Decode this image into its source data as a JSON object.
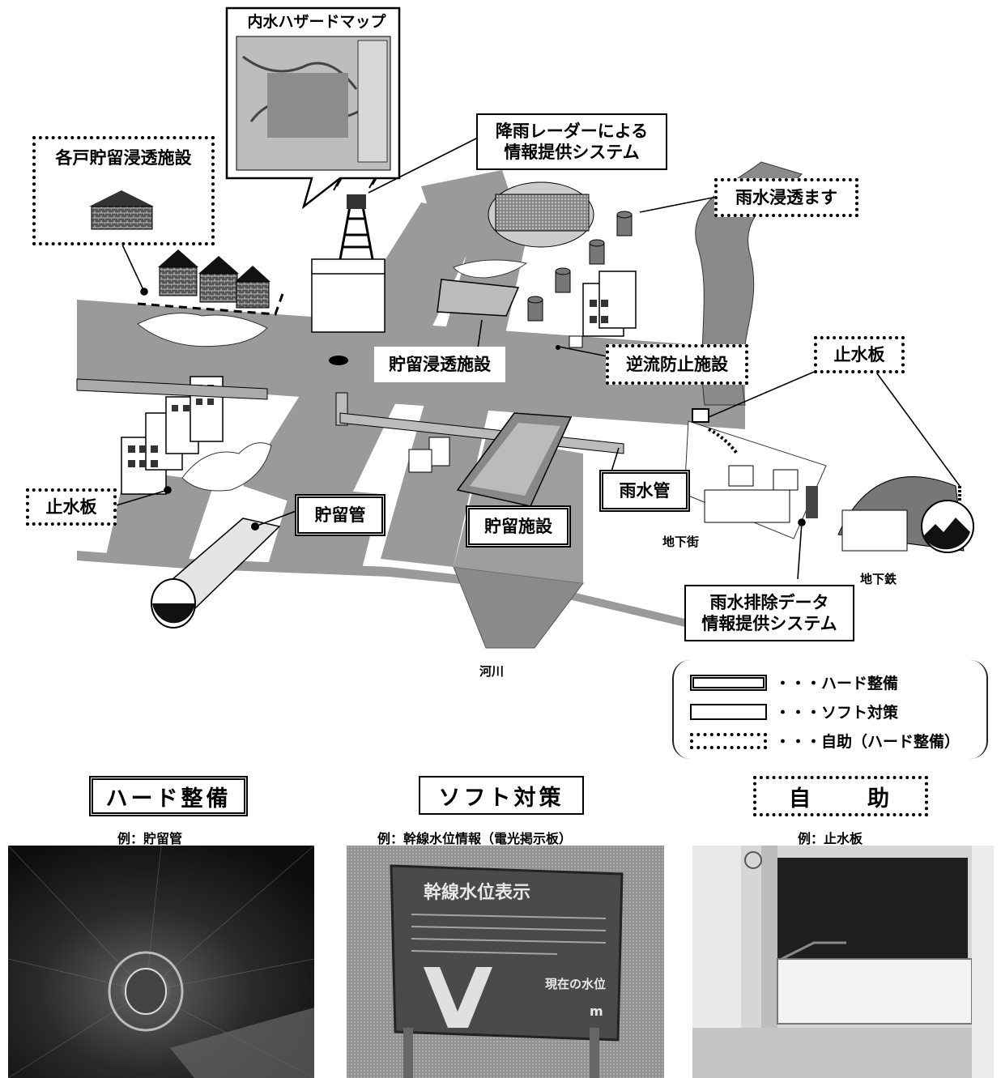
{
  "labels": {
    "hazard_map_title": "内水ハザードマップ",
    "rain_radar_line1": "降雨レーダーによる",
    "rain_radar_line2": "情報提供システム",
    "household_storage": "各戸貯留浸透施設",
    "infiltration_basin": "雨水浸透ます",
    "storage_infiltration": "貯留浸透施設",
    "backflow_prevention": "逆流防止施設",
    "flood_board_right": "止水板",
    "flood_board_left": "止水板",
    "storage_pipe": "貯留管",
    "storage_facility": "貯留施設",
    "rainwater_pipe": "雨水管",
    "underground_mall": "地下街",
    "subway": "地下鉄",
    "drainage_data_line1": "雨水排除データ",
    "drainage_data_line2": "情報提供システム",
    "river": "河川"
  },
  "legend": {
    "hard": "・・・ハード整備",
    "soft": "・・・ソフト対策",
    "self": "・・・自助（ハード整備）"
  },
  "categories": {
    "hard": "ハード整備",
    "soft": "ソフト対策",
    "self_1": "自",
    "self_2": "助"
  },
  "captions": {
    "hard": "例：貯留管",
    "soft": "例：幹線水位情報（電光掲示板）",
    "self": "例：止水板"
  },
  "photo_texts": {
    "sign_title": "幹線水位表示",
    "sign_level": "現在の水位",
    "sign_unit": "m"
  },
  "colors": {
    "road": "#9a9a9a",
    "river": "#7e7e7e",
    "ground": "#ffffff",
    "outline": "#000000"
  }
}
